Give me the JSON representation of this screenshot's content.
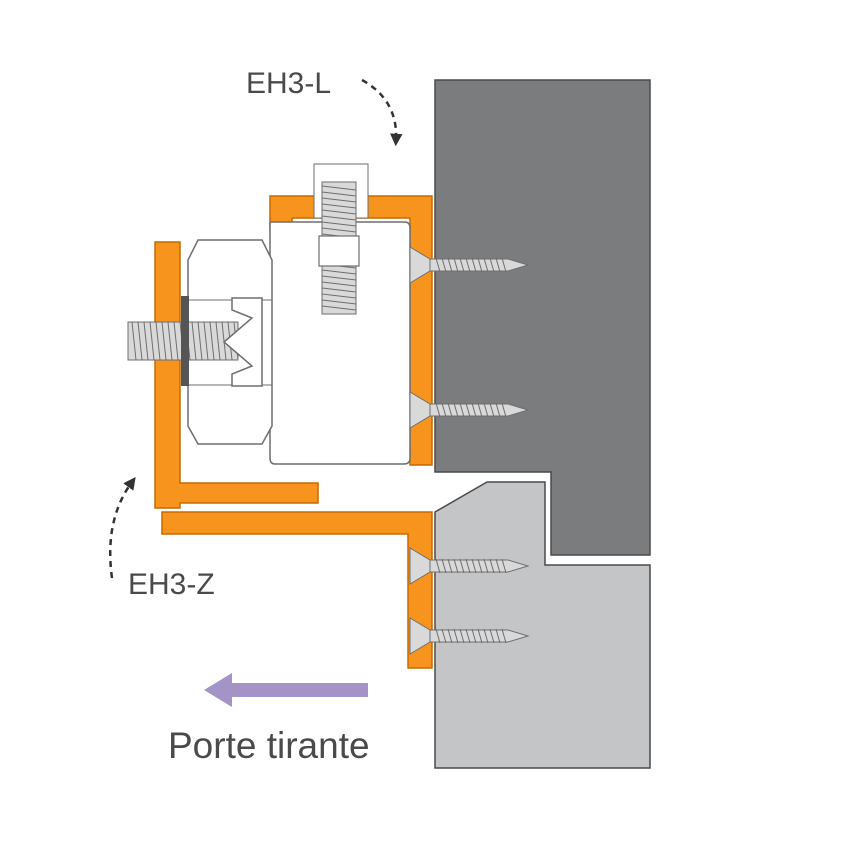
{
  "labels": {
    "top_bracket": "EH3-L",
    "bottom_bracket": "EH3-Z",
    "arrow_caption": "Porte tirante"
  },
  "colors": {
    "bracket_orange": "#f7941d",
    "bracket_outline": "#c86a00",
    "upper_panel": "#7b7c7d",
    "lower_panel": "#c4c5c7",
    "panel_outline": "#4a4a4a",
    "hardware_fill": "#ffffff",
    "hardware_outline": "#6d6e70",
    "screw_fill": "#d9d9d9",
    "direction_arrow": "#a393c7",
    "label_text": "#4a4a4a"
  },
  "icons": {
    "direction": "arrow-left-icon",
    "callout": "curved-dashed-arrow-icon"
  }
}
